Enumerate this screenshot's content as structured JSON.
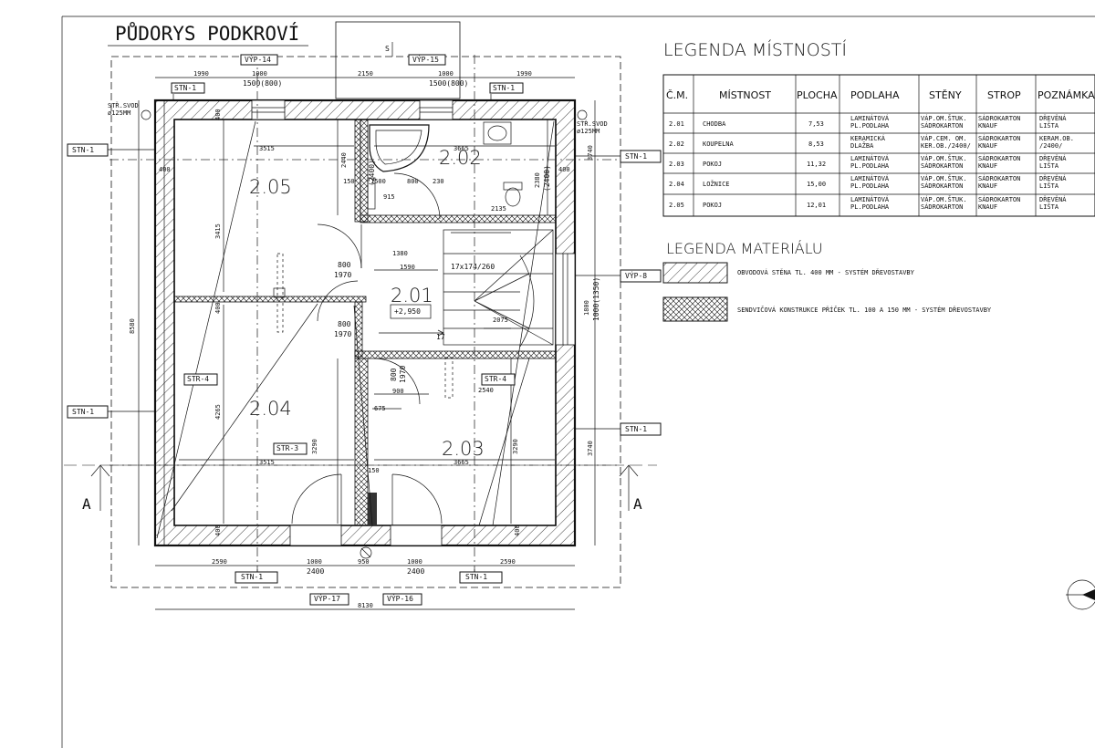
{
  "plan_title": "PŮDORYS PODKROVÍ",
  "room_legend_title": "LEGENDA MÍSTNOSTÍ",
  "material_legend_title": "LEGENDA MATERIÁLU",
  "room_table": {
    "headers": [
      "Č.M.",
      "MÍSTNOST",
      "PLOCHA",
      "PODLAHA",
      "STĚNY",
      "STROP",
      "POZNÁMKA"
    ],
    "rows": [
      {
        "num": "2.01",
        "name": "CHODBA",
        "area": "7,53",
        "floor": [
          "LAMINÁTOVÁ",
          "PL.PODLAHA"
        ],
        "walls": [
          "VÁP.OM.ŠTUK.",
          "SÁDROKARTON"
        ],
        "ceiling": [
          "SÁDROKARTON",
          "KNAUF"
        ],
        "note": [
          "DŘEVĚNÁ",
          "LIŠTA"
        ]
      },
      {
        "num": "2.02",
        "name": "KOUPELNA",
        "area": "8,53",
        "floor": [
          "KERAMICKÁ",
          "DLAŽBA"
        ],
        "walls": [
          "VÁP.CEM. OM.",
          "KER.OB./2400/"
        ],
        "ceiling": [
          "SÁDROKARTON",
          "KNAUF"
        ],
        "note": [
          "KERAM.OB.",
          "/2400/"
        ]
      },
      {
        "num": "2.03",
        "name": "POKOJ",
        "area": "11,32",
        "floor": [
          "LAMINÁTOVÁ",
          "PL.PODLAHA"
        ],
        "walls": [
          "VÁP.OM.ŠTUK.",
          "SÁDROKARTON"
        ],
        "ceiling": [
          "SÁDROKARTON",
          "KNAUF"
        ],
        "note": [
          "DŘEVĚNÁ",
          "LIŠTA"
        ]
      },
      {
        "num": "2.04",
        "name": "LOŽNICE",
        "area": "15,00",
        "floor": [
          "LAMINÁTOVÁ",
          "PL.PODLAHA"
        ],
        "walls": [
          "VÁP.OM.ŠTUK.",
          "SÁDROKARTON"
        ],
        "ceiling": [
          "SÁDROKARTON",
          "KNAUF"
        ],
        "note": [
          "DŘEVĚNÁ",
          "LIŠTA"
        ]
      },
      {
        "num": "2.05",
        "name": "POKOJ",
        "area": "12,01",
        "floor": [
          "LAMINÁTOVÁ",
          "PL.PODLAHA"
        ],
        "walls": [
          "VÁP.OM.ŠTUK.",
          "SÁDROKARTON"
        ],
        "ceiling": [
          "SÁDROKARTON",
          "KNAUF"
        ],
        "note": [
          "DŘEVĚNÁ",
          "LIŠTA"
        ]
      }
    ]
  },
  "materials": [
    {
      "pattern": "diagonal-hatch",
      "text": "OBVODOVÁ STĚNA TL. 400 MM  -  SYSTÉM DŘEVOSTAVBY"
    },
    {
      "pattern": "cross-hatch",
      "text": "SENDVIČOVÁ KONSTRUKCE PŘÍČEK TL. 100 A 150 MM  -  SYSTÉM DŘEVOSTAVBY"
    }
  ],
  "rooms": {
    "r201": "2.01",
    "r202": "2.02",
    "r203": "2.03",
    "r204": "2.04",
    "r205": "2.05",
    "level": "+2,950"
  },
  "tags": {
    "stn": "STN-1",
    "str3": "STR-3",
    "str4": "STR-4",
    "vyp14": "VÝP-14",
    "vyp15": "VÝP-15",
    "vyp8": "VÝP-8",
    "vyp16": "VÝP-16",
    "vyp17": "VÝP-17"
  },
  "section_mark": "A",
  "drain_label": [
    "STŘ.SVOD",
    "ø125MM"
  ],
  "north_label": "S",
  "dims": {
    "top": [
      "1990",
      "1000",
      "1500(800)",
      "2150",
      "1000",
      "1500(800)",
      "1990"
    ],
    "bottom": [
      "2590",
      "1000",
      "2400",
      "950",
      "1000",
      "2400",
      "2590"
    ],
    "overall": "8130",
    "left_total": "8580",
    "left_upper": "3415",
    "left_lower": "4265",
    "right_upper": "3740",
    "right_lower": "3740",
    "right_window": [
      "1800",
      "1000(1350)"
    ],
    "stair": "17x174/260",
    "stair_count": "17",
    "interior": [
      "3515",
      "3665",
      "2440",
      "2135",
      "1590",
      "1380",
      "2075",
      "2540",
      "3515",
      "3665",
      "3290",
      "3290",
      "800",
      "1970",
      "800",
      "1970",
      "800",
      "1970",
      "900",
      "675",
      "150",
      "400",
      "400",
      "400",
      "400",
      "400",
      "400",
      "2380",
      "(2400)",
      "(2400)",
      "1500",
      "915",
      "800",
      "230",
      "150"
    ]
  }
}
